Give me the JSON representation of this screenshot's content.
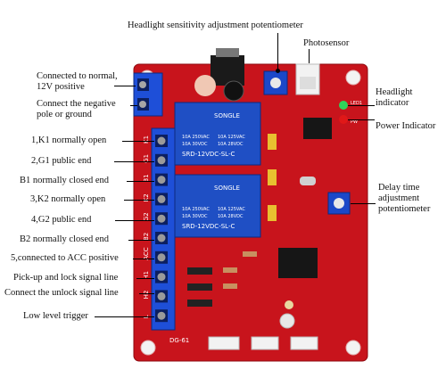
{
  "board": {
    "marking": "DG-61",
    "relay_brand": "SONGLE",
    "relay_model": "SRD-12VDC-SL-C",
    "relay_ratings": [
      "10A 250VAC",
      "10A 125VAC",
      "10A 30VDC",
      "10A 28VDC"
    ],
    "led_labels": [
      "LED1",
      "PW"
    ],
    "terminal_labels": [
      "K1",
      "G1",
      "B1",
      "K2",
      "G2",
      "B2",
      "ACC",
      "H1",
      "H2",
      "L"
    ],
    "colors": {
      "pcb": "#c8141c",
      "relay": "#1f4fc4",
      "terminal": "#1e4fd8"
    }
  },
  "annotations": {
    "top": "Headlight sensitivity adjustment potentiometer",
    "photosensor": "Photosensor",
    "headlight_indicator": "Headlight indicator",
    "power_indicator": "Power Indicator",
    "delay_time": "Delay time adjustment potentiometer",
    "connected_normal": "Connected to normal, 12V positive",
    "negative_pole": "Connect the negative pole or ground",
    "k1": "1,K1 normally open",
    "g1": "2,G1 public end",
    "b1": "B1 normally closed end",
    "k2": "3,K2 normally open",
    "g2": "4,G2 public end",
    "b2": "B2 normally closed end",
    "acc": "5,connected to ACC positive",
    "pickup": "Pick-up and lock signal line",
    "unlock": "Connect the unlock signal line",
    "low_level": "Low level trigger"
  }
}
